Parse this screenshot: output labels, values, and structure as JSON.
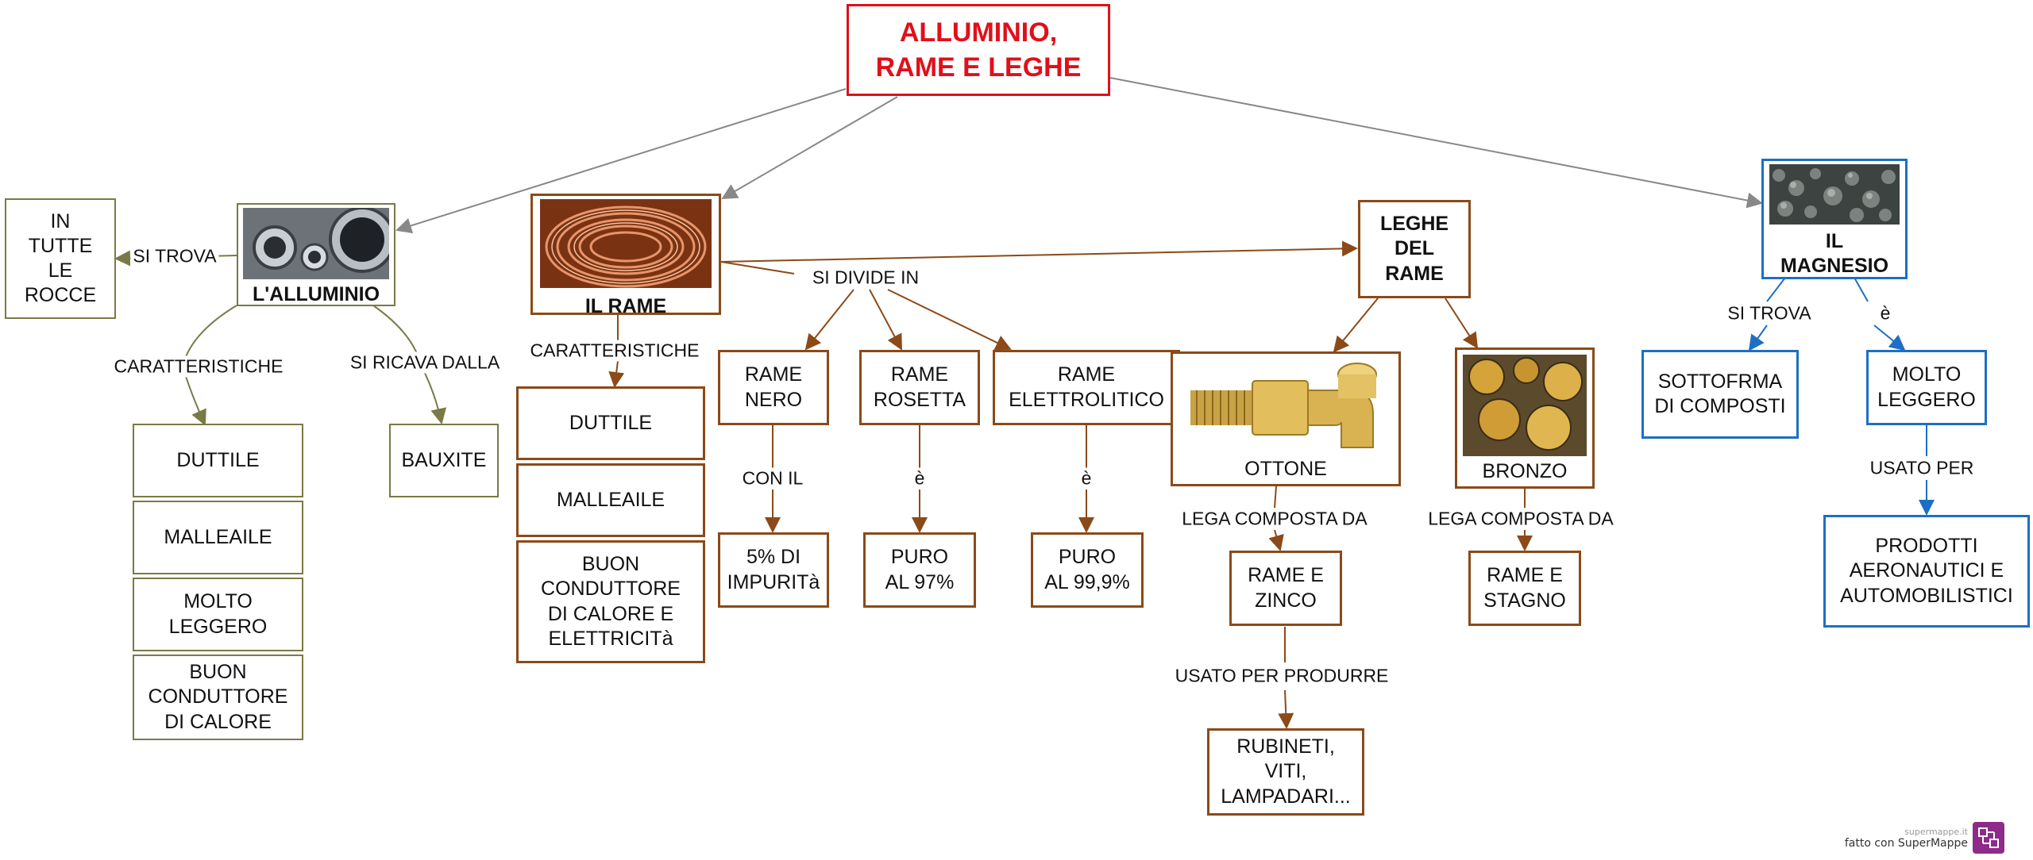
{
  "root": {
    "title": "ALLUMINIO,\nRAME E LEGHE"
  },
  "alluminio": {
    "title": "L'ALLUMINIO",
    "where_label": "SI TROVA",
    "where_value": "IN\nTUTTE\nLE\nROCCE",
    "char_label": "CARATTERISTICHE",
    "characteristics": [
      "DUTTILE",
      "MALLEAILE",
      "MOLTO\nLEGGERO",
      "BUON\nCONDUTTORE\nDI CALORE"
    ],
    "source_label": "SI RICAVA DALLA",
    "source_value": "BAUXITE"
  },
  "rame": {
    "title": "IL  RAME",
    "char_label": "CARATTERISTICHE",
    "characteristics": [
      "DUTTILE",
      "MALLEAILE",
      "BUON\nCONDUTTORE\nDI CALORE E\nELETTRICITà"
    ],
    "divide_label": "SI DIVIDE IN",
    "types": [
      {
        "name": "RAME\nNERO",
        "rel": "CON IL",
        "value": "5% DI\nIMPURITà"
      },
      {
        "name": "RAME\nROSETTA",
        "rel": "è",
        "value": "PURO\nAL 97%"
      },
      {
        "name": "RAME\nELETTROLITICO",
        "rel": "è",
        "value": "PURO\nAL 99,9%"
      }
    ]
  },
  "leghe": {
    "title": "LEGHE\nDEL\nRAME",
    "ottone": {
      "name": "OTTONE",
      "rel": "LEGA COMPOSTA DA",
      "comp": "RAME E\nZINCO",
      "use_label": "USATO PER PRODURRE",
      "use": "RUBINETI,\nVITI,\nLAMPADARI..."
    },
    "bronzo": {
      "name": "BRONZO",
      "rel": "LEGA COMPOSTA DA",
      "comp": "RAME E\nSTAGNO"
    }
  },
  "magnesio": {
    "title": "IL\nMAGNESIO",
    "where_label": "SI TROVA",
    "where_value": "SOTTOFRMA\nDI COMPOSTI",
    "is_label": "è",
    "is_value": "MOLTO\nLEGGERO",
    "use_label": "USATO PER",
    "use_value": "PRODOTTI\nAERONAUTICI E\nAUTOMOBILISTICI"
  },
  "footer": {
    "site": "supermappe.it",
    "credit": "fatto con SuperMappe"
  },
  "colors": {
    "root": "#e0101a",
    "olive": "#7a7a45",
    "brown": "#8b4a18",
    "blue": "#1d6fc3",
    "gray_edge": "#888888"
  }
}
